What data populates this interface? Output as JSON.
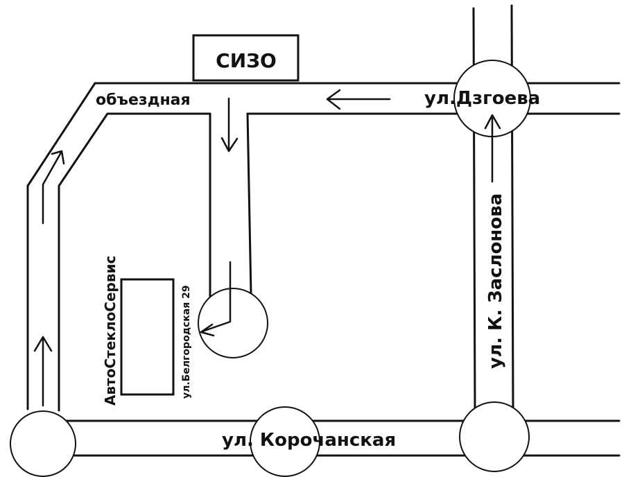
{
  "map": {
    "sizo_label": "СИЗО",
    "bypass_label": "объездная",
    "dzgoeva_label": "ул.Дзгоева",
    "zaslonova_label": "ул. К. Заслонова",
    "korochanskaya_label": "ул. Корочанская",
    "company_label": "АвтоСтеклоСервис",
    "address_label": "ул.Белгородская 29"
  },
  "colors": {
    "line": "#111111",
    "background": "#ffffff"
  }
}
